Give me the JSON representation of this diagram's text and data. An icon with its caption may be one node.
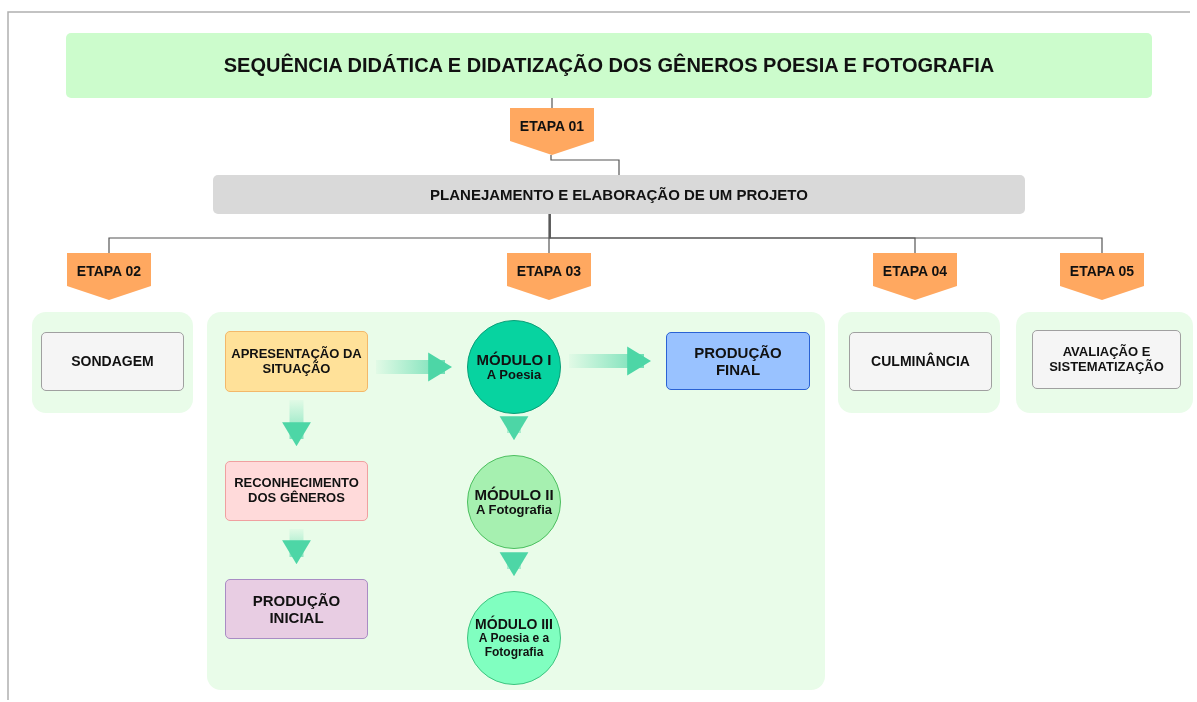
{
  "diagram": {
    "nodes": [
      {
        "text": [
          "SEQUÊNCIA DIDÁTICA E DIDATIZAÇÃO DOS GÊNEROS POESIA E FOTOGRAFIA"
        ]
      },
      {
        "text": [
          "ETAPA 01"
        ]
      },
      {
        "text": [
          "PLANEJAMENTO E ELABORAÇÃO DE UM PROJETO"
        ]
      },
      {
        "text": [
          "ETAPA 02"
        ]
      },
      {
        "text": [
          "ETAPA 03"
        ]
      },
      {
        "text": [
          "ETAPA 04"
        ]
      },
      {
        "text": [
          "ETAPA 05"
        ]
      },
      {
        "text": [],
        "shape": "box"
      },
      {
        "text": [
          "SONDAGEM"
        ],
        "in": 7
      },
      {
        "text": [],
        "shape": "box"
      },
      {
        "text": [
          "APRESENTAÇÃO DA SITUAÇÃO"
        ],
        "in": 9
      },
      {
        "text": [
          "MÓDULO I",
          "A Poesia"
        ],
        "in": 9
      },
      {
        "text": [
          "PRODUÇÃO FINAL"
        ],
        "in": 9
      },
      {
        "text": [
          "RECONHECIMENTO DOS GÊNEROS"
        ],
        "in": 9
      },
      {
        "text": [
          "MÓDULO II",
          "A Fotografia"
        ],
        "in": 9
      },
      {
        "text": [
          "PRODUÇÃO INICIAL"
        ],
        "in": 9
      },
      {
        "text": [
          "MÓDULO III",
          "A Poesia e a Fotografia"
        ],
        "in": 9
      },
      {
        "text": [],
        "shape": "box"
      },
      {
        "text": [
          "CULMINÂNCIA"
        ],
        "in": 17
      },
      {
        "text": [],
        "shape": "box"
      },
      {
        "text": [
          "AVALIAÇÃO E SISTEMATIZAÇÃO"
        ],
        "in": 19
      }
    ],
    "edges": [
      {
        "from": 0,
        "to": 1,
        "arrow": "none"
      },
      {
        "from": 1,
        "to": 2,
        "arrow": "none"
      },
      {
        "from": 2,
        "to": 3,
        "arrow": "none"
      },
      {
        "from": 2,
        "to": 4,
        "arrow": "none"
      },
      {
        "from": 2,
        "to": 5,
        "arrow": "none"
      },
      {
        "from": 2,
        "to": 6,
        "arrow": "none"
      },
      {
        "from": 10,
        "to": 11,
        "arrow": "to",
        "style": "thick",
        "color": "#4dd6a6"
      },
      {
        "from": 11,
        "to": 12,
        "arrow": "to",
        "style": "thick",
        "color": "#4dd6a6"
      },
      {
        "from": 10,
        "to": 13,
        "arrow": "to",
        "style": "thick",
        "color": "#4dd6a6"
      },
      {
        "from": 13,
        "to": 15,
        "arrow": "to",
        "style": "thick",
        "color": "#4dd6a6"
      },
      {
        "from": 11,
        "to": 14,
        "arrow": "to",
        "style": "thick",
        "color": "#4dd6a6"
      },
      {
        "from": 14,
        "to": 16,
        "arrow": "to",
        "style": "thick",
        "color": "#4dd6a6"
      }
    ]
  }
}
